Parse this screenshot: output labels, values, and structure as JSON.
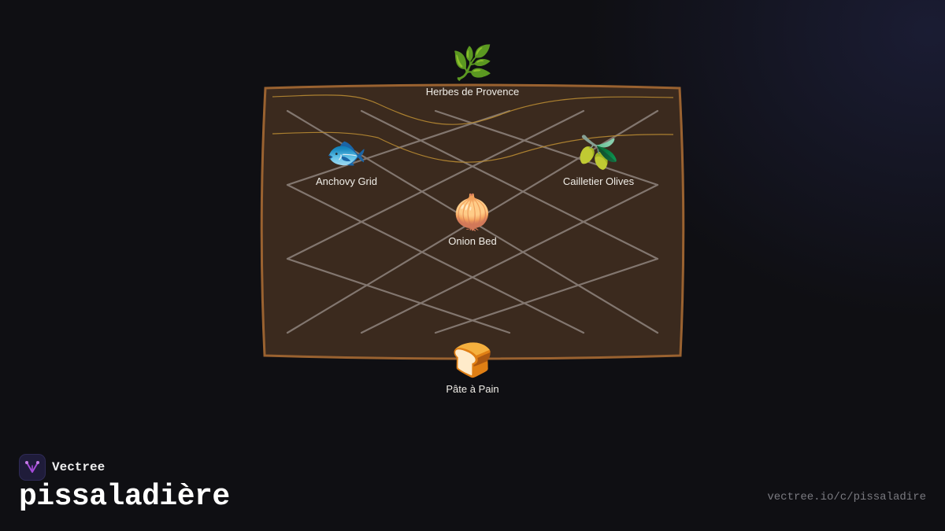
{
  "brand": {
    "name": "Vectree",
    "accent_color": "#a54bd9"
  },
  "title": "pissaladière",
  "url": "vectree.io/c/pissaladire",
  "colors": {
    "board_fill": "#3b2a1e",
    "board_border": "#9a6230",
    "lattice": "#8a7f78",
    "herb_wave": "#b88a32"
  },
  "diagram": {
    "nodes": [
      {
        "id": "herbs",
        "icon": "🌿",
        "icon_name": "herb-sprig-icon",
        "label": "Herbes de Provence"
      },
      {
        "id": "anchovy",
        "icon": "🐟",
        "icon_name": "fish-icon",
        "label": "Anchovy Grid"
      },
      {
        "id": "olives",
        "icon": "🫒",
        "icon_name": "olive-icon",
        "label": "Cailletier Olives"
      },
      {
        "id": "onion",
        "icon": "🧅",
        "icon_name": "onion-icon",
        "label": "Onion Bed"
      },
      {
        "id": "dough",
        "icon": "🍞",
        "icon_name": "bread-icon",
        "label": "Pâte à Pain"
      }
    ]
  }
}
